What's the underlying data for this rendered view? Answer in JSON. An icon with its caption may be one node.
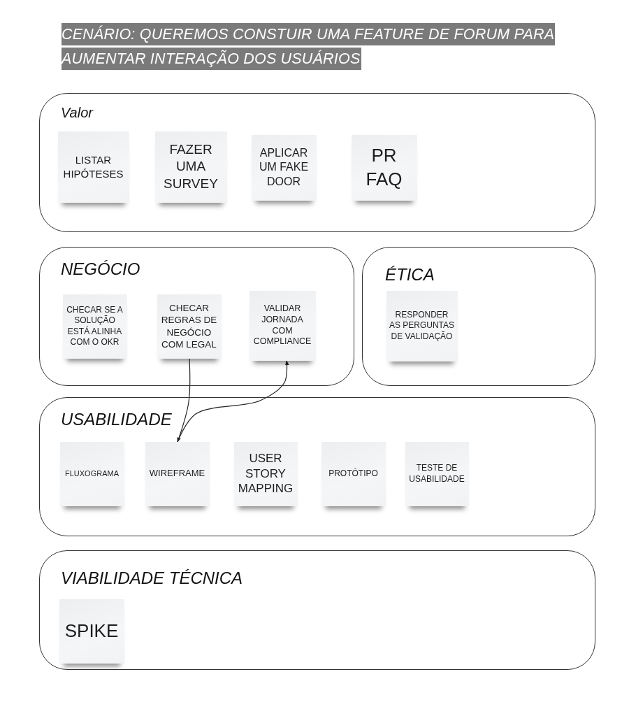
{
  "diagram": {
    "title": "CENÁRIO: QUEREMOS CONSTUIR UMA FEATURE DE FORUM PARA AUMENTAR INTERAÇÃO DOS USUÁRIOS",
    "nodes": [
      {
        "text": [
          "Valor"
        ]
      },
      {
        "text": [
          "LISTAR HIPÓTESES"
        ],
        "in": 0
      },
      {
        "text": [
          "FAZER UMA SURVEY"
        ],
        "in": 0
      },
      {
        "text": [
          "APLICAR UM FAKE DOOR"
        ],
        "in": 0
      },
      {
        "text": [
          "PR FAQ"
        ],
        "in": 0
      },
      {
        "text": [
          "NEGÓCIO"
        ]
      },
      {
        "text": [
          "CHECAR SE A SOLUÇÃO ESTÁ ALINHA COM O OKR"
        ],
        "in": 5
      },
      {
        "text": [
          "CHECAR REGRAS DE NEGÓCIO COM LEGAL"
        ],
        "in": 5
      },
      {
        "text": [
          "VALIDAR JORNADA COM COMPLIANCE"
        ],
        "in": 5
      },
      {
        "text": [
          "ÉTICA"
        ]
      },
      {
        "text": [
          "RESPONDER AS PERGUNTAS DE VALIDAÇÃO"
        ],
        "in": 9
      },
      {
        "text": [
          "USABILIDADE"
        ]
      },
      {
        "text": [
          "FLUXOGRAMA"
        ],
        "in": 11
      },
      {
        "text": [
          "WIREFRAME"
        ],
        "in": 11
      },
      {
        "text": [
          "USER STORY MAPPING"
        ],
        "in": 11
      },
      {
        "text": [
          "PROTÓTIPO"
        ],
        "in": 11
      },
      {
        "text": [
          "TESTE DE USABILIDADE"
        ],
        "in": 11
      },
      {
        "text": [
          "VIABILIDADE TÉCNICA"
        ]
      },
      {
        "text": [
          "SPIKE"
        ],
        "in": 17
      }
    ],
    "edges": [
      {
        "from": 7,
        "to": 13,
        "arrow": "to"
      },
      {
        "from": 13,
        "to": 8,
        "arrow": "to"
      }
    ]
  }
}
